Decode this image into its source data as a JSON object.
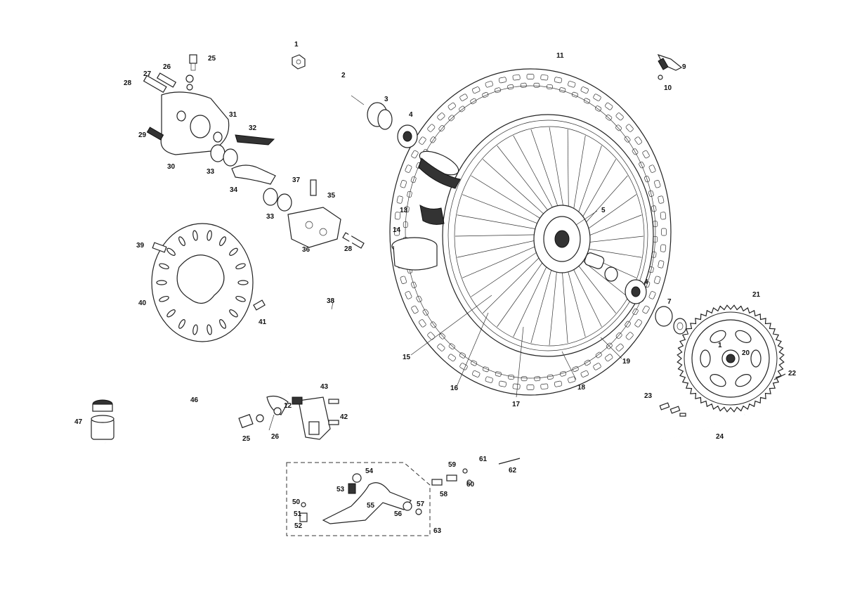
{
  "callouts": [
    {
      "id": "c1",
      "label": "1"
    },
    {
      "id": "c2",
      "label": "2"
    },
    {
      "id": "c3",
      "label": "3"
    },
    {
      "id": "c4a",
      "label": "4"
    },
    {
      "id": "c11",
      "label": "11"
    },
    {
      "id": "c9",
      "label": "9"
    },
    {
      "id": "c10",
      "label": "10"
    },
    {
      "id": "c25a",
      "label": "25"
    },
    {
      "id": "c27",
      "label": "27"
    },
    {
      "id": "c26a",
      "label": "26"
    },
    {
      "id": "c28a",
      "label": "28"
    },
    {
      "id": "c31",
      "label": "31"
    },
    {
      "id": "c32",
      "label": "32"
    },
    {
      "id": "c29",
      "label": "29"
    },
    {
      "id": "c30",
      "label": "30"
    },
    {
      "id": "c33a",
      "label": "33"
    },
    {
      "id": "c34",
      "label": "34"
    },
    {
      "id": "c37",
      "label": "37"
    },
    {
      "id": "c35",
      "label": "35"
    },
    {
      "id": "c33b",
      "label": "33"
    },
    {
      "id": "c36",
      "label": "36"
    },
    {
      "id": "c28b",
      "label": "28"
    },
    {
      "id": "c13",
      "label": "13"
    },
    {
      "id": "c14",
      "label": "14"
    },
    {
      "id": "c5",
      "label": "5"
    },
    {
      "id": "c39",
      "label": "39"
    },
    {
      "id": "c40",
      "label": "40"
    },
    {
      "id": "c41",
      "label": "41"
    },
    {
      "id": "c38",
      "label": "38"
    },
    {
      "id": "c4b",
      "label": "4"
    },
    {
      "id": "c7",
      "label": "7"
    },
    {
      "id": "c21",
      "label": "21"
    },
    {
      "id": "c15",
      "label": "15"
    },
    {
      "id": "c16",
      "label": "16"
    },
    {
      "id": "c17",
      "label": "17"
    },
    {
      "id": "c18",
      "label": "18"
    },
    {
      "id": "c19",
      "label": "19"
    },
    {
      "id": "c1b",
      "label": "1"
    },
    {
      "id": "c20",
      "label": "20"
    },
    {
      "id": "c22",
      "label": "22"
    },
    {
      "id": "c23",
      "label": "23"
    },
    {
      "id": "c24",
      "label": "24"
    },
    {
      "id": "c46",
      "label": "46"
    },
    {
      "id": "c43",
      "label": "43"
    },
    {
      "id": "c12",
      "label": "12"
    },
    {
      "id": "c42",
      "label": "42"
    },
    {
      "id": "c47",
      "label": "47"
    },
    {
      "id": "c25b",
      "label": "25"
    },
    {
      "id": "c26b",
      "label": "26"
    },
    {
      "id": "c54",
      "label": "54"
    },
    {
      "id": "c59",
      "label": "59"
    },
    {
      "id": "c61",
      "label": "61"
    },
    {
      "id": "c62",
      "label": "62"
    },
    {
      "id": "c60",
      "label": "60"
    },
    {
      "id": "c53",
      "label": "53"
    },
    {
      "id": "c58",
      "label": "58"
    },
    {
      "id": "c50",
      "label": "50"
    },
    {
      "id": "c51",
      "label": "51"
    },
    {
      "id": "c52",
      "label": "52"
    },
    {
      "id": "c55",
      "label": "55"
    },
    {
      "id": "c56",
      "label": "56"
    },
    {
      "id": "c57",
      "label": "57"
    },
    {
      "id": "c63",
      "label": "63"
    }
  ]
}
